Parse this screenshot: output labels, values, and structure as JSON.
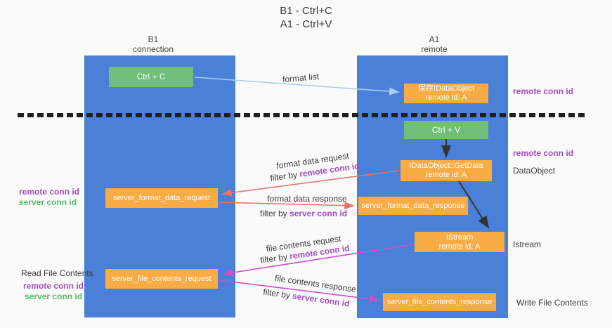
{
  "title": {
    "line1": "B1 - Ctrl+C",
    "line2": "A1 - Ctrl+V"
  },
  "columns": {
    "left": {
      "header_line1": "B1",
      "header_line2": "connection"
    },
    "right": {
      "header_line1": "A1",
      "header_line2": "remote"
    }
  },
  "nodes": {
    "ctrl_c": "Ctrl + C",
    "ctrl_v": "Ctrl + V",
    "save_idataobject": {
      "line1": "保存IDataObject",
      "line2": "remote id: A"
    },
    "getdata": {
      "line1": "IDataObject::GetData",
      "line2": "remote id: A"
    },
    "istream": {
      "line1": "IStream",
      "line2": "remote id: A"
    },
    "server_format_data_request": "server_format_data_request",
    "server_format_data_response": "server_format_data_response",
    "server_file_contents_request": "server_file_contents_request",
    "server_file_contents_response": "server_file_contents_response"
  },
  "edge_labels": {
    "format_list": "format list",
    "format_data_request": "format data request",
    "format_data_response": "format data response",
    "file_contents_request": "file contents request",
    "file_contents_response": "file contents response",
    "filter_by": "filter by ",
    "remote_conn_id": "remote conn id",
    "server_conn_id": "server conn id"
  },
  "side_labels": {
    "remote_conn_id": "remote conn id",
    "server_conn_id": "server conn id",
    "dataobject": "DataObject",
    "istream": "Istream",
    "read_file_contents": "Read File Contents",
    "write_file_contents": "Write File Contents"
  },
  "colors": {
    "bg": "#fafafa",
    "column_blue": "#4a80d8",
    "box_orange": "#f9ab44",
    "box_green": "#70be77",
    "arrow_light_blue": "#a6d2f0",
    "arrow_red": "#e8756d",
    "arrow_magenta": "#cb4fcb",
    "arrow_black": "#333333",
    "text_purple": "#a24cc4",
    "text_green": "#57ba68",
    "dashed_line": "#1f1f1f"
  }
}
